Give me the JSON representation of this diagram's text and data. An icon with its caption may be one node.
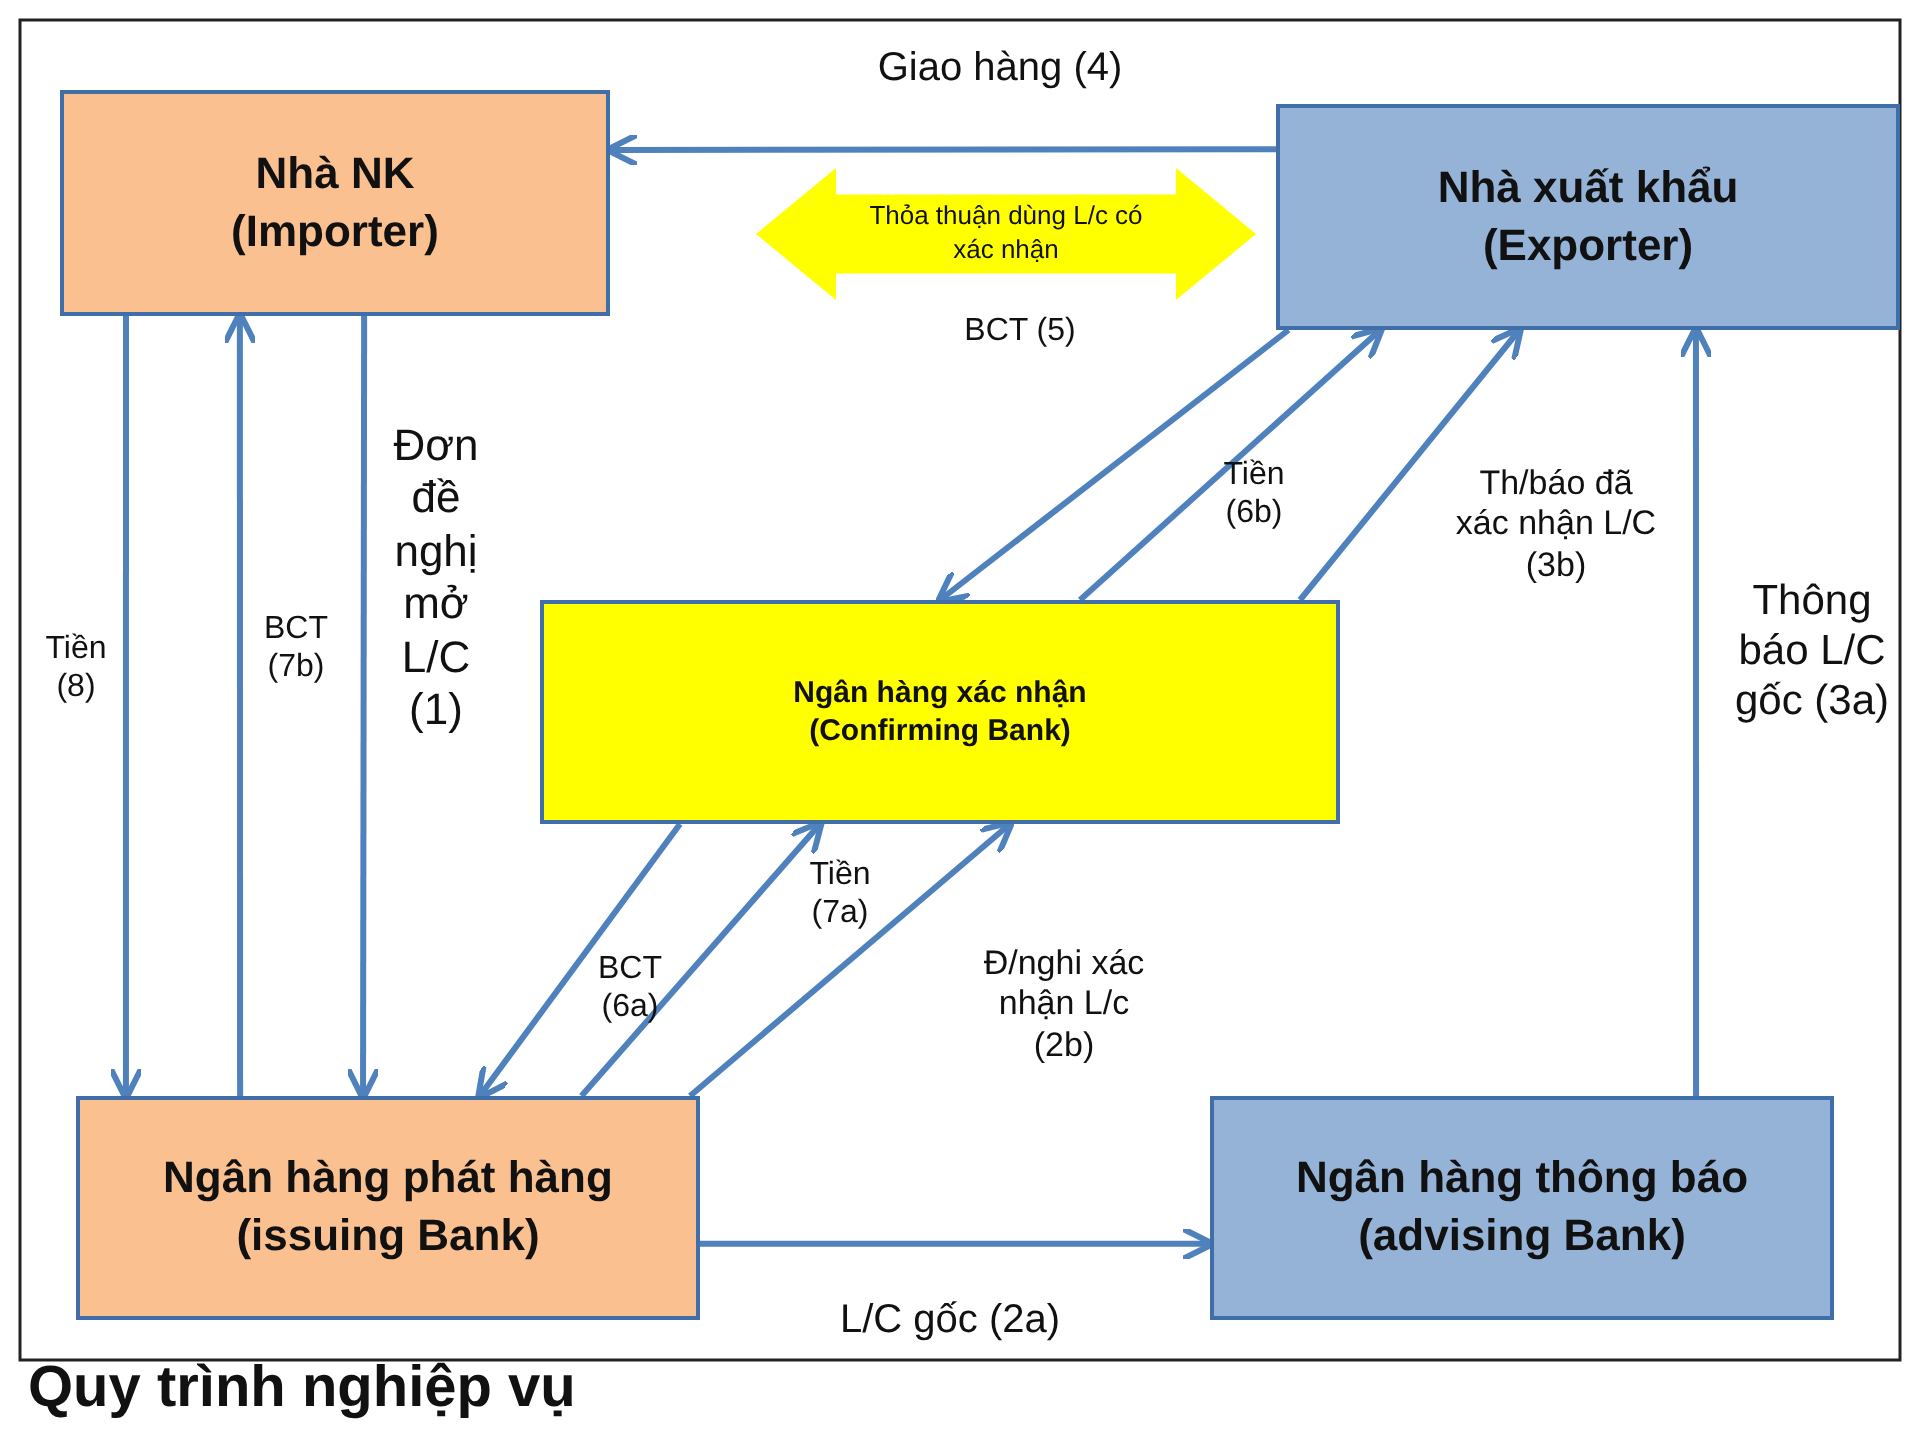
{
  "diagram": {
    "title": "Quy trình nghiệp vụ",
    "nodes": [
      {
        "text": [
          "Nhà NK (Importer)"
        ]
      },
      {
        "text": [
          "Nhà xuất khẩu (Exporter)"
        ]
      },
      {
        "text": [
          "Thỏa thuận dùng L/c có xác nhận"
        ]
      },
      {
        "text": [
          "Ngân hàng xác nhận (Confirming Bank)"
        ]
      },
      {
        "text": [
          "Ngân hàng phát hàng (issuing Bank)"
        ]
      },
      {
        "text": [
          "Ngân hàng thông báo (advising Bank)"
        ]
      }
    ],
    "edges": [
      {
        "from": 1,
        "to": 0,
        "arrow": "to",
        "label": "Giao hàng (4)"
      },
      {
        "from": 1,
        "to": 3,
        "arrow": "to",
        "label": "BCT (5)"
      },
      {
        "from": 3,
        "to": 1,
        "arrow": "to",
        "label": "Tiền (6b)"
      },
      {
        "from": 3,
        "to": 1,
        "arrow": "to",
        "label": "Th/báo đã xác nhận L/C (3b)"
      },
      {
        "from": 5,
        "to": 1,
        "arrow": "to",
        "label": "Thông báo L/C gốc (3a)"
      },
      {
        "from": 4,
        "to": 5,
        "arrow": "to",
        "label": "L/C gốc (2a)"
      },
      {
        "from": 4,
        "to": 3,
        "arrow": "to",
        "label": "Đ/nghi xác nhận L/c (2b)"
      },
      {
        "from": 4,
        "to": 3,
        "arrow": "to",
        "label": "Tiền (7a)"
      },
      {
        "from": 3,
        "to": 4,
        "arrow": "to",
        "label": "BCT (6a)"
      },
      {
        "from": 0,
        "to": 4,
        "arrow": "to",
        "label": "Tiền (8)"
      },
      {
        "from": 4,
        "to": 0,
        "arrow": "to",
        "label": "BCT (7b)"
      },
      {
        "from": 0,
        "to": 4,
        "arrow": "to",
        "label": "Đơn đề nghị mở L/C (1)"
      }
    ]
  }
}
